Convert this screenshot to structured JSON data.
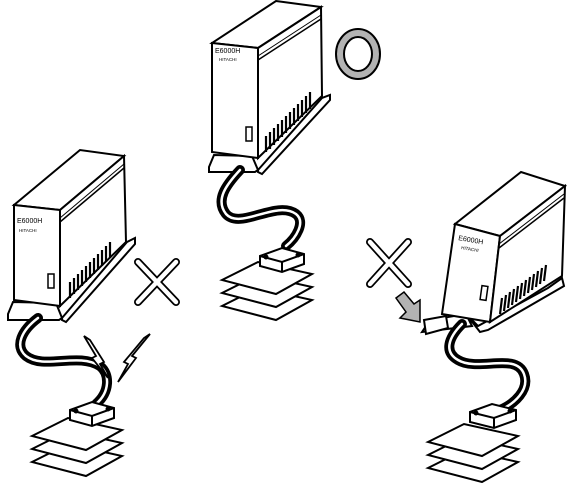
{
  "units": [
    {
      "id": "center",
      "model_label": "E6000H",
      "brand_label": "HITACHI",
      "verdict": "correct"
    },
    {
      "id": "left",
      "model_label": "E6000H",
      "brand_label": "HITACHI",
      "verdict": "wrong"
    },
    {
      "id": "right",
      "model_label": "E6000H",
      "brand_label": "HITACHI",
      "verdict": "wrong"
    }
  ],
  "symbols": {
    "correct": "circle",
    "wrong": "cross"
  },
  "colors": {
    "stroke": "#000000",
    "circle_fill": "#b3b3b3",
    "arrow_fill": "#b3b3b3",
    "background": "#ffffff"
  }
}
